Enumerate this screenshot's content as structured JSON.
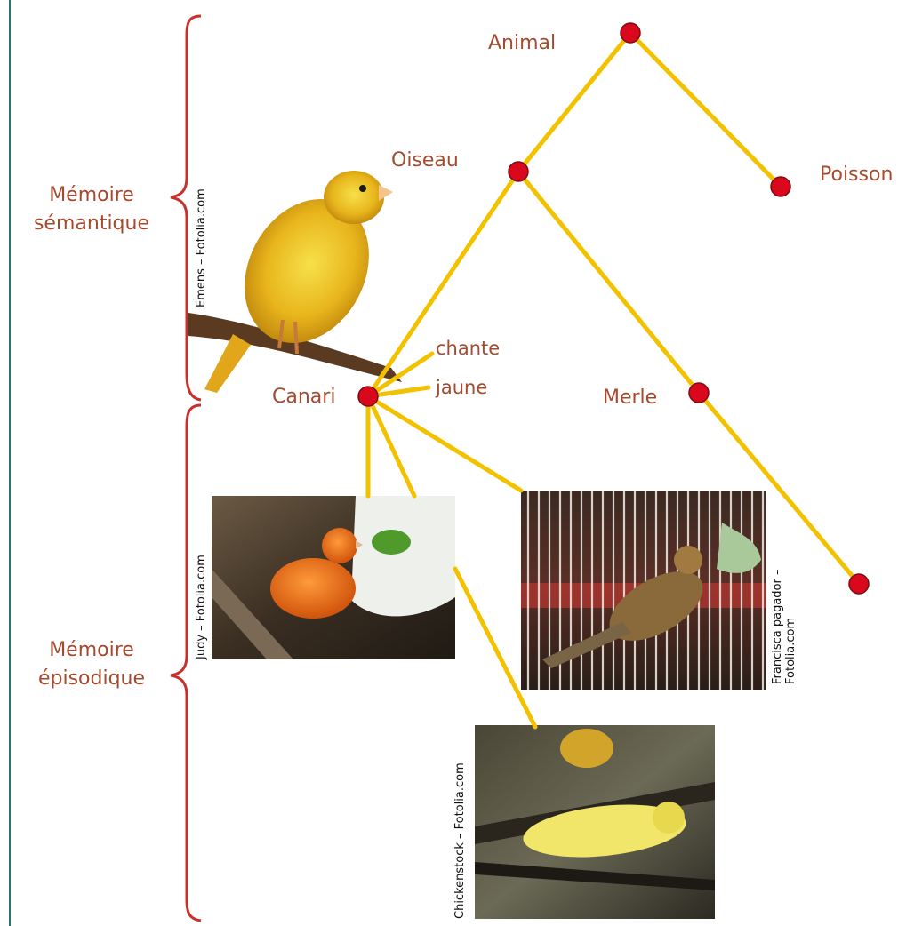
{
  "sections": {
    "semantic_line1": "Mémoire",
    "semantic_line2": "sémantique",
    "episodic_line1": "Mémoire",
    "episodic_line2": "épisodique"
  },
  "nodes": {
    "animal": "Animal",
    "oiseau": "Oiseau",
    "poisson": "Poisson",
    "canari": "Canari",
    "merle": "Merle",
    "chante": "chante",
    "jaune": "jaune"
  },
  "credits": {
    "emens": "Emens – Fotolia.com",
    "judy": "Judy – Fotolia.com",
    "francisca_line1": "Francisca pagador –",
    "francisca_line2": "Fotolia.com",
    "chickenstock": "Chickenstock – Fotolia.com"
  },
  "colors": {
    "link": "#f2c200",
    "node": "#d9081c",
    "label": "#a64a2e",
    "brace": "#c9302c"
  }
}
